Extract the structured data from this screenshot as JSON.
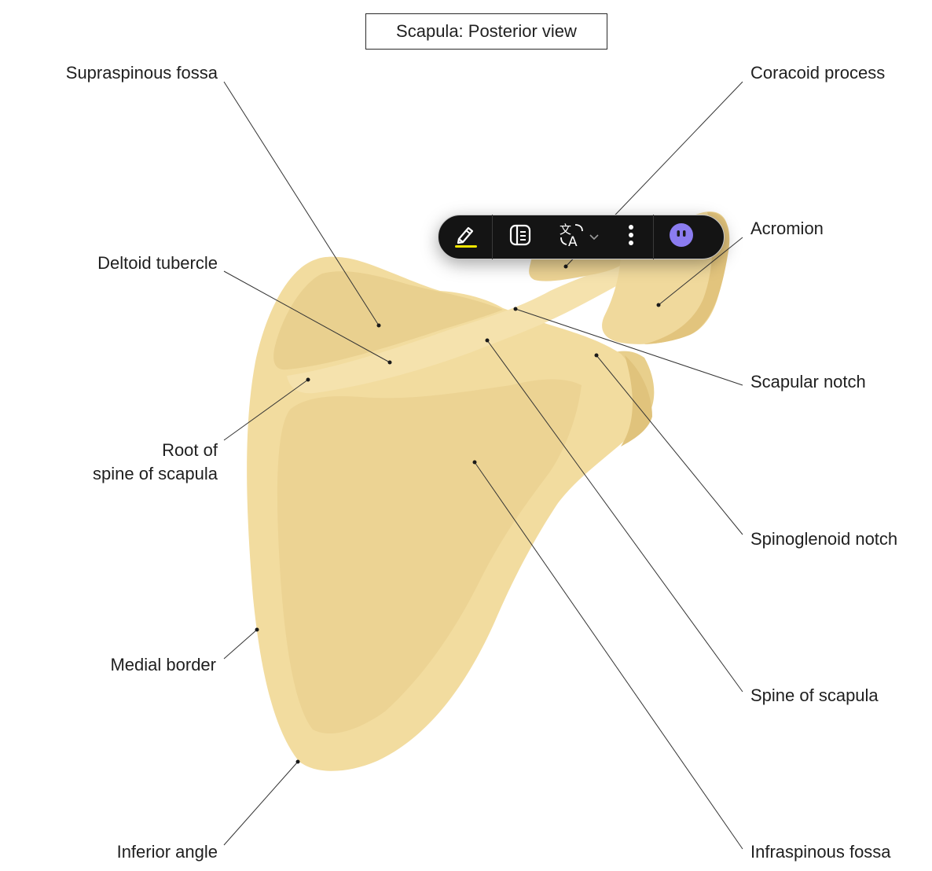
{
  "title": "Scapula: Posterior view",
  "labels": {
    "supraspinous_fossa": "Supraspinous fossa",
    "coracoid_process": "Coracoid process",
    "acromion": "Acromion",
    "deltoid_tubercle": "Deltoid tubercle",
    "scapular_notch": "Scapular notch",
    "root_of_spine_line1": "Root of",
    "root_of_spine_line2": "spine of scapula",
    "spinoglenoid_notch": "Spinoglenoid notch",
    "medial_border": "Medial border",
    "spine_of_scapula": "Spine of scapula",
    "inferior_angle": "Inferior angle",
    "infraspinous_fossa": "Infraspinous fossa"
  },
  "toolbar": {
    "buttons": [
      "highlighter-icon",
      "reader-mode-icon",
      "translate-icon",
      "more-options-icon",
      "assistant-icon"
    ],
    "highlight_color": "#f2e600",
    "assistant_color": "#8b7cf0"
  },
  "colors": {
    "bone": "#f2dc9f",
    "bone_shade": "#e6cb88",
    "bone_light": "#f7e6b4",
    "leader_line": "#333333"
  }
}
